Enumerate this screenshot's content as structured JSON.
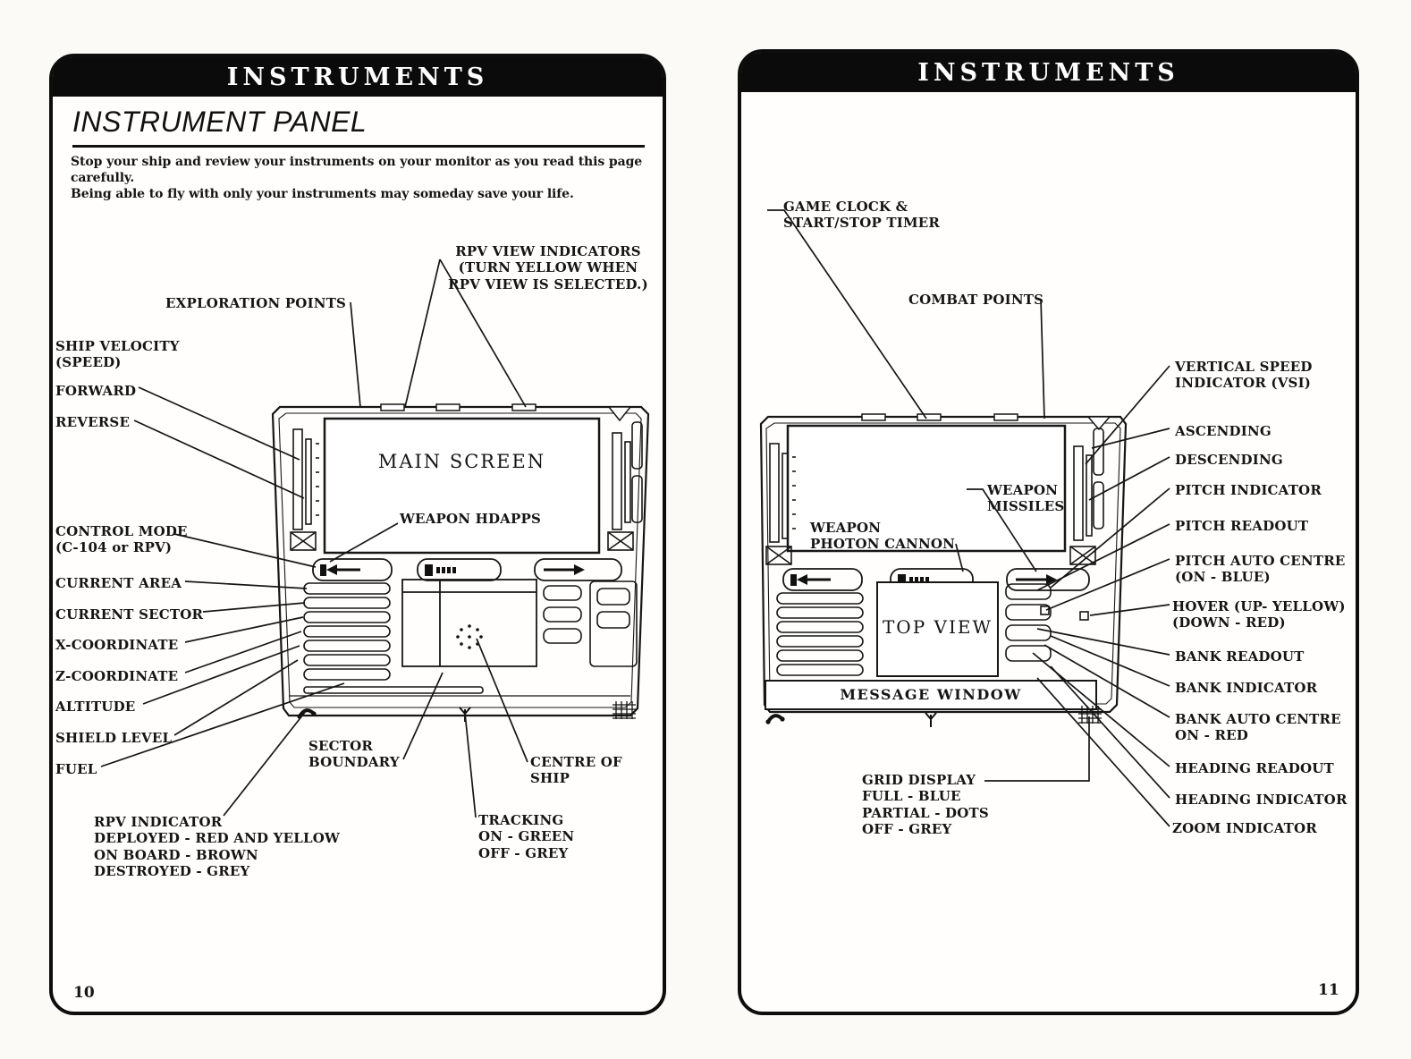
{
  "left_page": {
    "header": "INSTRUMENTS",
    "title": "INSTRUMENT PANEL",
    "intro": "Stop your ship and review your instruments on your monitor as you read this page carefully.\nBeing able to fly with only your instruments may someday save your life.",
    "page_number": "10",
    "screen_label": "MAIN SCREEN",
    "labels": {
      "rpv_view_indicators": "RPV VIEW INDICATORS\n(TURN YELLOW WHEN\nRPV VIEW IS SELECTED.)",
      "exploration_points": "EXPLORATION POINTS",
      "ship_velocity": "SHIP VELOCITY\n(SPEED)",
      "forward": "FORWARD",
      "reverse": "REVERSE",
      "control_mode": "CONTROL MODE\n(C-104 or RPV)",
      "current_area": "CURRENT AREA",
      "current_sector": "CURRENT SECTOR",
      "x_coordinate": "X-COORDINATE",
      "z_coordinate": "Z-COORDINATE",
      "altitude": "ALTITUDE",
      "shield_level": "SHIELD LEVEL",
      "fuel": "FUEL",
      "weapon_hdapps": "WEAPON  HDAPPS",
      "sector_boundary": "SECTOR\nBOUNDARY",
      "centre_of_ship": "CENTRE OF SHIP",
      "tracking": "TRACKING\nON - GREEN\nOFF - GREY",
      "rpv_indicator": "RPV INDICATOR\nDEPLOYED - RED AND YELLOW\nON BOARD - BROWN\nDESTROYED - GREY"
    }
  },
  "right_page": {
    "header": "INSTRUMENTS",
    "page_number": "11",
    "screen_label": "TOP VIEW",
    "message_window": "MESSAGE WINDOW",
    "labels": {
      "game_clock": "GAME CLOCK &\nSTART/STOP TIMER",
      "combat_points": "COMBAT POINTS",
      "vsi": "VERTICAL SPEED\nINDICATOR (VSI)",
      "ascending": "ASCENDING",
      "descending": "DESCENDING",
      "pitch_indicator": "PITCH INDICATOR",
      "pitch_readout": "PITCH READOUT",
      "pitch_auto_centre": "PITCH AUTO CENTRE\n(ON - BLUE)",
      "hover": "HOVER (UP- YELLOW)\n(DOWN - RED)",
      "bank_readout": "BANK READOUT",
      "bank_indicator": "BANK INDICATOR",
      "bank_auto_centre": "BANK AUTO CENTRE\nON - RED",
      "heading_readout": "HEADING READOUT",
      "heading_indicator": "HEADING INDICATOR",
      "zoom_indicator": "ZOOM INDICATOR",
      "weapon_missiles": "WEAPON\nMISSILES",
      "weapon_photon_cannon": "WEAPON\nPHOTON CANNON",
      "grid_display": "GRID DISPLAY\nFULL - BLUE\nPARTIAL - DOTS\nOFF - GREY"
    }
  }
}
